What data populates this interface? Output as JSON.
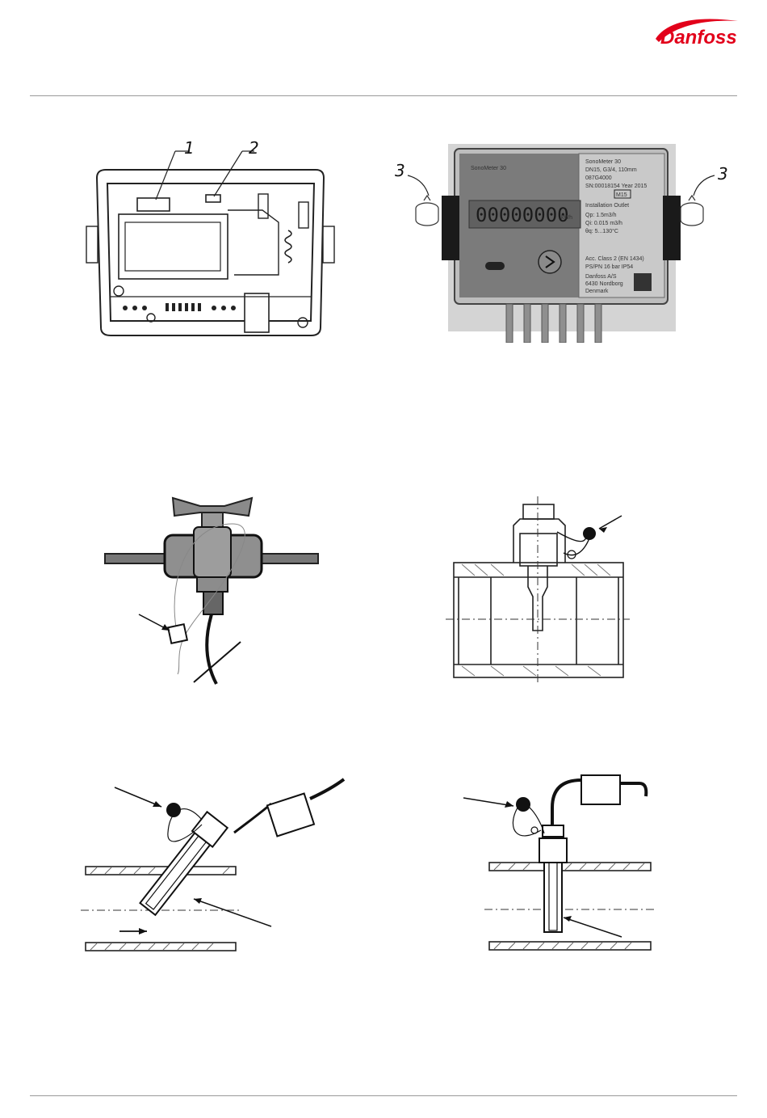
{
  "header": {
    "brand": "Danfoss",
    "brand_color": "#e2001a"
  },
  "figures": {
    "meter_open": {
      "callout_1": "1",
      "callout_2": "2"
    },
    "meter_front": {
      "callout_3_left": "3",
      "callout_3_right": "3",
      "model": "SonoMeter 30",
      "lcd_digits": "00000000",
      "lcd_unit": "kWh",
      "label_line_1": "SonoMeter 30",
      "label_line_2": "DN15, G3/4, 110mm",
      "label_line_3": "087G4000",
      "label_line_4": "SN:00018154  Year 2015",
      "mark_year": "M15",
      "label_line_5": "Installation Outlet",
      "label_line_6": "Qp: 1.5m3/h",
      "label_line_7": "Qi: 0.015 m3/h",
      "label_line_8": "θq: 5...130°C",
      "label_line_9": "Acc. Class 2 (EN 1434)",
      "label_line_10": "PS/PN 16 bar   IP54",
      "label_line_11": "Danfoss A/S",
      "label_line_12": "6430 Nordborg",
      "label_line_13": "Denmark"
    }
  }
}
